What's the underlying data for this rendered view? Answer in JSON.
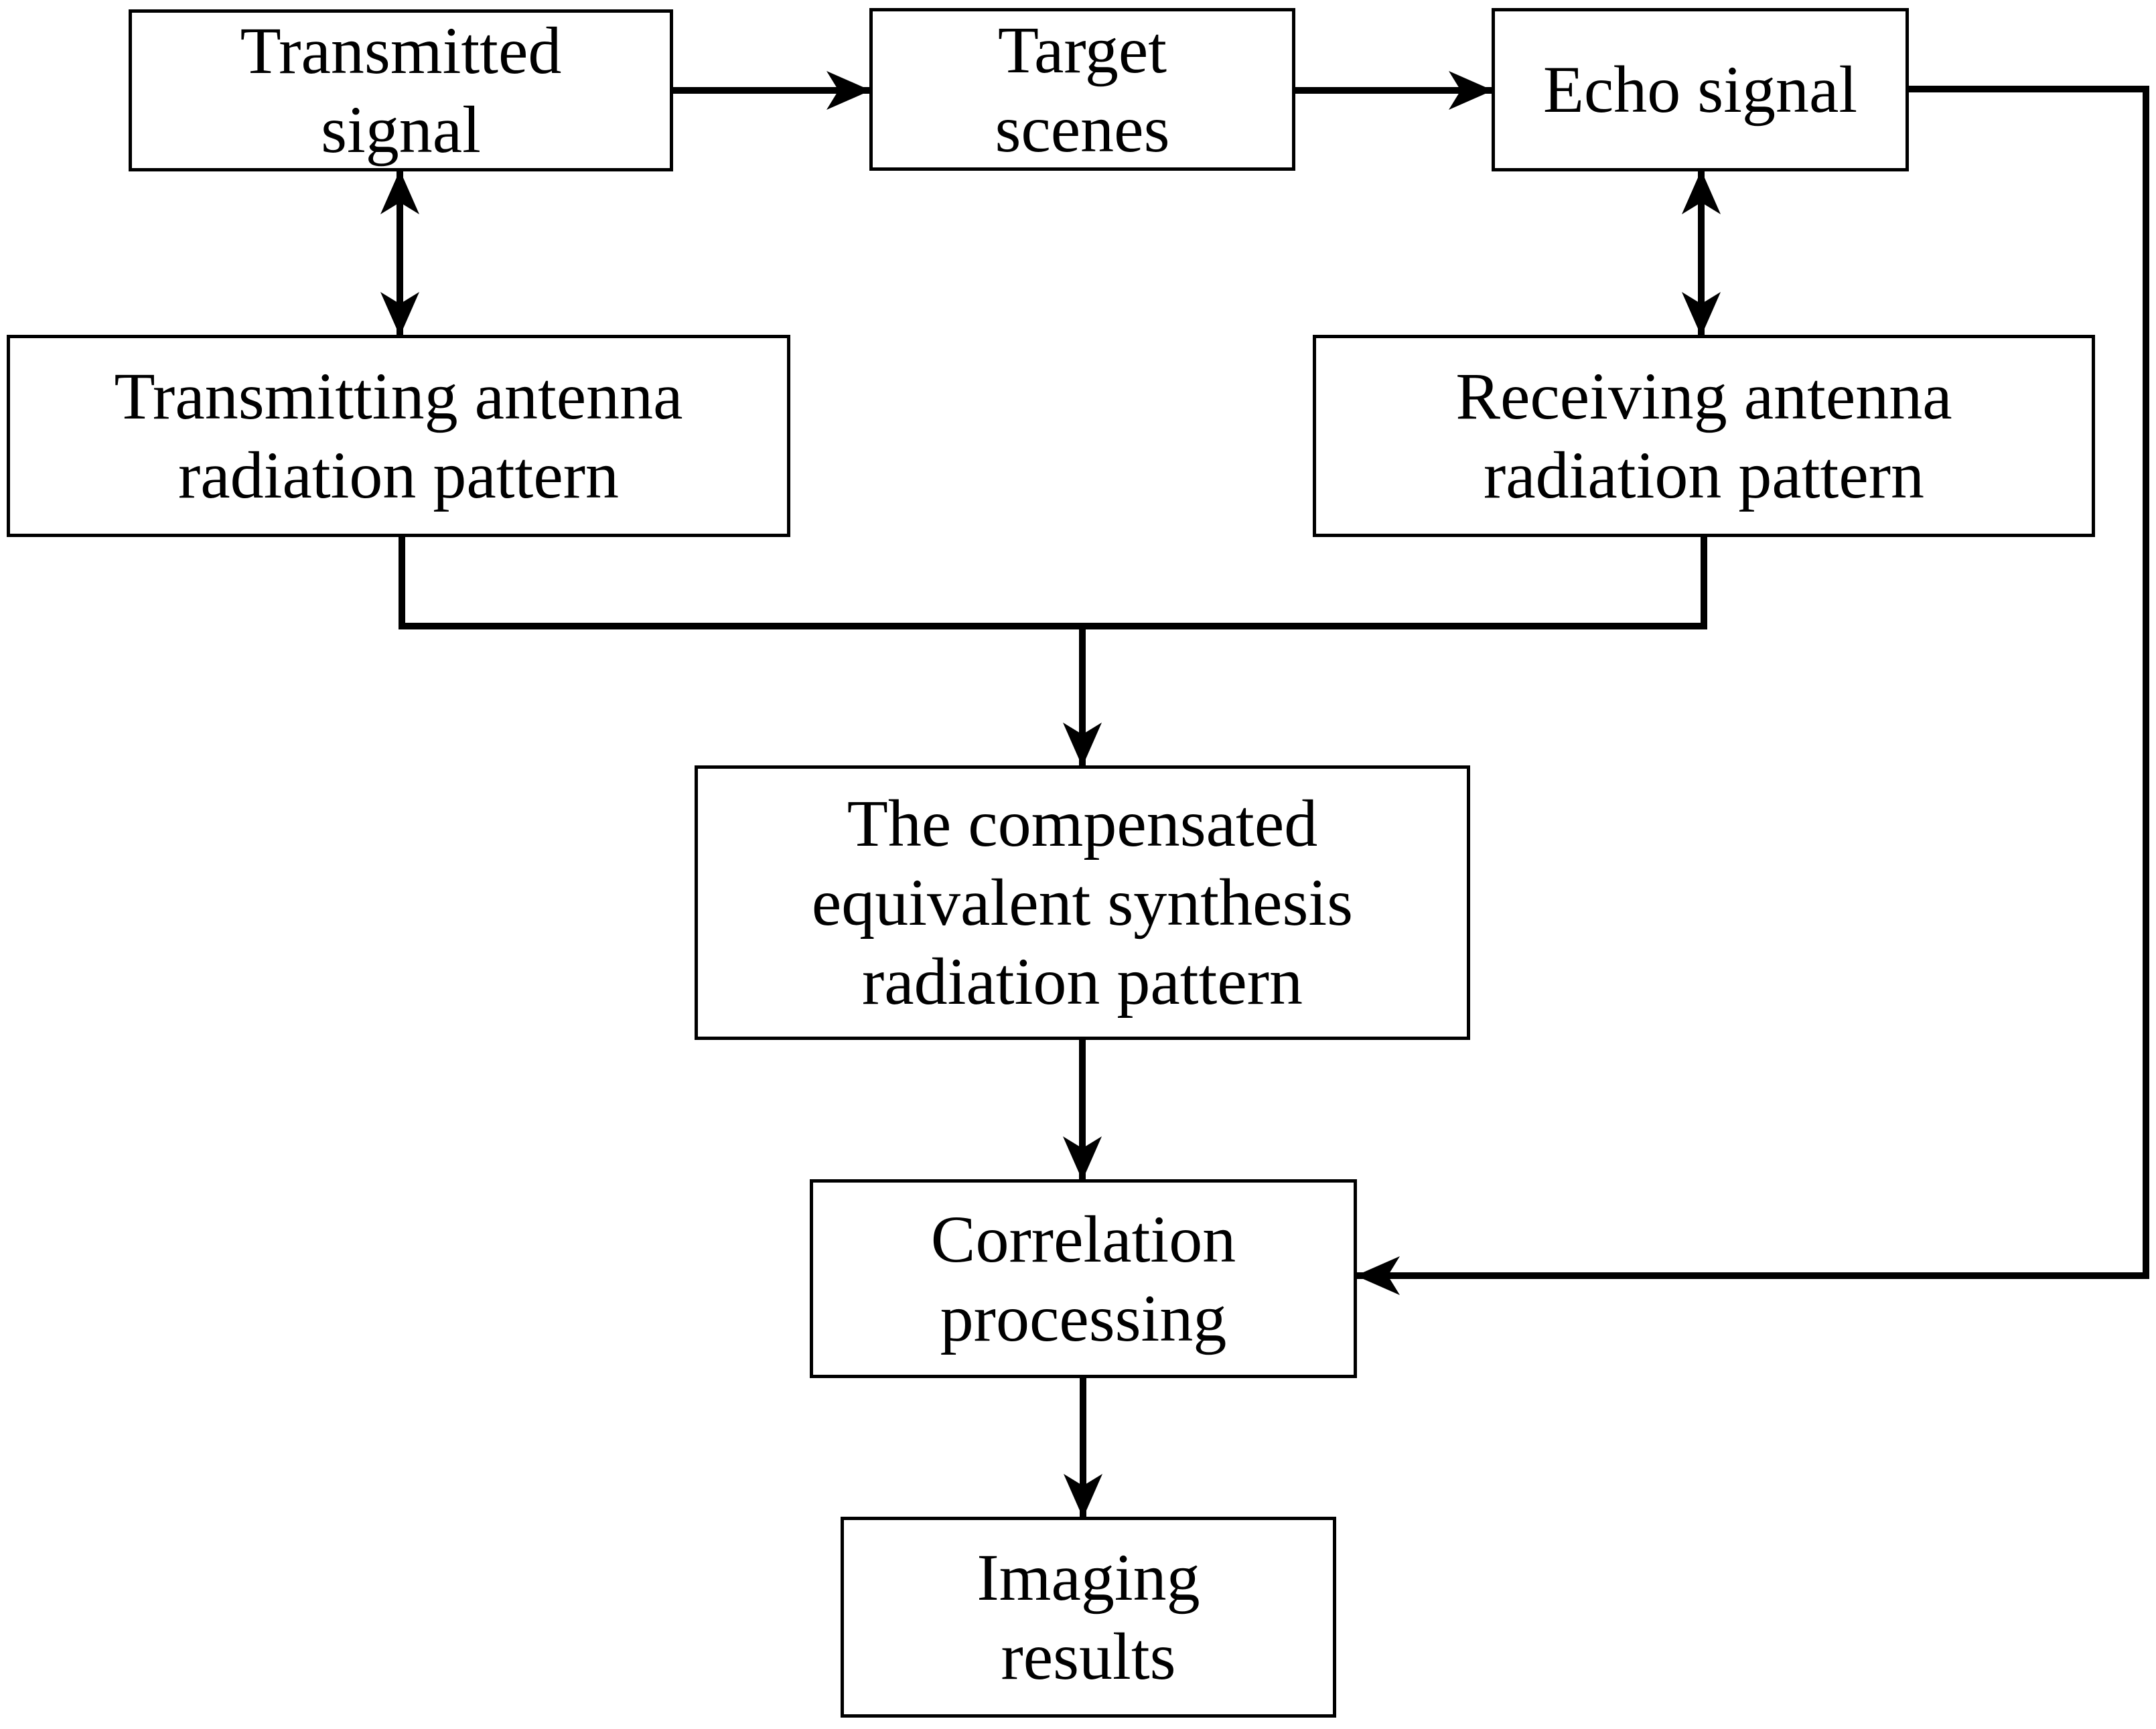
{
  "diagram": {
    "type": "flowchart",
    "colors": {
      "line": "#000000",
      "box_fill": "#ffffff",
      "background": "#ffffff"
    },
    "boxes": [
      {
        "id": "transmitted-signal",
        "label": "Transmitted\nsignal"
      },
      {
        "id": "target-scenes",
        "label": "Target\nscenes"
      },
      {
        "id": "echo-signal",
        "label": "Echo signal"
      },
      {
        "id": "transmitting-antenna",
        "label": "Transmitting antenna\nradiation pattern"
      },
      {
        "id": "receiving-antenna",
        "label": "Receiving antenna\nradiation pattern"
      },
      {
        "id": "compensated-pattern",
        "label": "The compensated\nequivalent synthesis\nradiation pattern"
      },
      {
        "id": "correlation",
        "label": "Correlation\nprocessing"
      },
      {
        "id": "imaging-results",
        "label": "Imaging\nresults"
      }
    ],
    "connections": [
      {
        "from": "transmitted-signal",
        "to": "target-scenes",
        "style": "arrow"
      },
      {
        "from": "target-scenes",
        "to": "echo-signal",
        "style": "arrow"
      },
      {
        "from": "transmitted-signal",
        "to": "transmitting-antenna",
        "style": "double-arrow"
      },
      {
        "from": "echo-signal",
        "to": "receiving-antenna",
        "style": "double-arrow"
      },
      {
        "from": "transmitting-antenna",
        "to": "compensated-pattern",
        "style": "merge-arrow"
      },
      {
        "from": "receiving-antenna",
        "to": "compensated-pattern",
        "style": "merge-arrow"
      },
      {
        "from": "compensated-pattern",
        "to": "correlation",
        "style": "arrow"
      },
      {
        "from": "echo-signal",
        "to": "correlation",
        "style": "elbow-arrow"
      },
      {
        "from": "correlation",
        "to": "imaging-results",
        "style": "arrow"
      }
    ]
  }
}
